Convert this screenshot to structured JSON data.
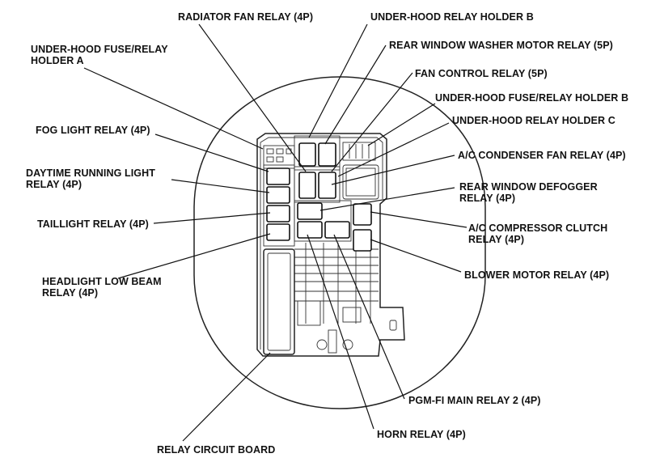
{
  "labels": {
    "radiator_fan_relay": "RADIATOR FAN RELAY (4P)",
    "under_hood_relay_holder_b": "UNDER-HOOD RELAY HOLDER B",
    "under_hood_fuse_relay_holder_a_l1": "UNDER-HOOD FUSE/RELAY",
    "under_hood_fuse_relay_holder_a_l2": "HOLDER A",
    "rear_window_washer_motor_relay": "REAR WINDOW WASHER MOTOR RELAY (5P)",
    "fan_control_relay": "FAN CONTROL RELAY (5P)",
    "under_hood_fuse_relay_holder_b": "UNDER-HOOD FUSE/RELAY HOLDER B",
    "fog_light_relay": "FOG LIGHT RELAY (4P)",
    "under_hood_relay_holder_c": "UNDER-HOOD RELAY HOLDER C",
    "ac_condenser_fan_relay": "A/C CONDENSER FAN RELAY (4P)",
    "daytime_running_light_relay_l1": "DAYTIME RUNNING LIGHT",
    "daytime_running_light_relay_l2": "RELAY (4P)",
    "rear_window_defogger_relay_l1": "REAR WINDOW DEFOGGER",
    "rear_window_defogger_relay_l2": "RELAY (4P)",
    "taillight_relay": "TAILLIGHT RELAY (4P)",
    "ac_compressor_clutch_relay_l1": "A/C COMPRESSOR CLUTCH",
    "ac_compressor_clutch_relay_l2": "RELAY (4P)",
    "blower_motor_relay": "BLOWER MOTOR RELAY (4P)",
    "headlight_low_beam_relay_l1": "HEADLIGHT LOW BEAM",
    "headlight_low_beam_relay_l2": "RELAY (4P)",
    "pgm_fi_main_relay_2": "PGM-FI MAIN RELAY 2 (4P)",
    "horn_relay": "HORN RELAY (4P)",
    "relay_circuit_board": "RELAY CIRCUIT BOARD"
  }
}
